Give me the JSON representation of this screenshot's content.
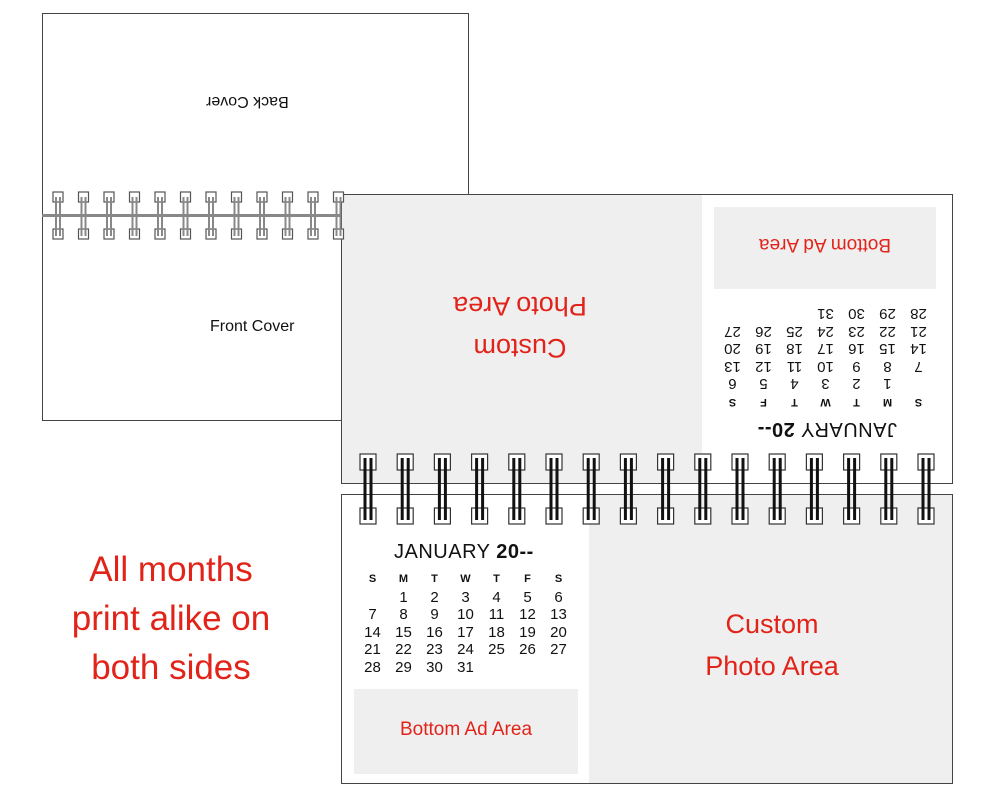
{
  "covers": {
    "back_label": "Back Cover",
    "front_label": "Front Cover"
  },
  "caption": {
    "lines": [
      "All months",
      "print alike on",
      "both sides"
    ]
  },
  "photo_area": {
    "line1": "Custom",
    "line2": "Photo Area"
  },
  "ad_area": {
    "label": "Bottom Ad Area"
  },
  "calendar": {
    "month": "JANUARY",
    "year": "20--",
    "weekdays": [
      "S",
      "M",
      "T",
      "W",
      "T",
      "F",
      "S"
    ],
    "weeks": [
      [
        "",
        "1",
        "2",
        "3",
        "4",
        "5",
        "6"
      ],
      [
        "7",
        "8",
        "9",
        "10",
        "11",
        "12",
        "13"
      ],
      [
        "14",
        "15",
        "16",
        "17",
        "18",
        "19",
        "20"
      ],
      [
        "21",
        "22",
        "23",
        "24",
        "25",
        "26",
        "27"
      ],
      [
        "28",
        "29",
        "30",
        "31",
        "",
        "",
        ""
      ]
    ]
  },
  "colors": {
    "accent_red": "#e2231a",
    "area_gray": "#efefef",
    "border": "#444444"
  }
}
